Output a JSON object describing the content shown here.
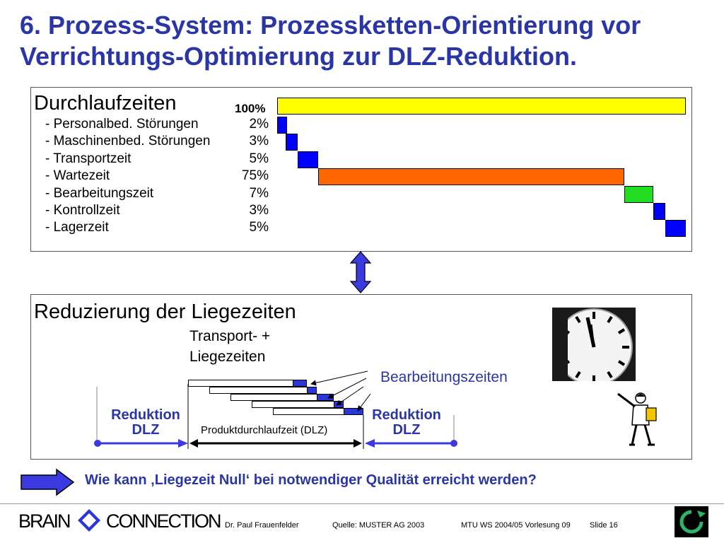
{
  "title": {
    "line1": "6. Prozess-System: Prozessketten-Orientierung vor",
    "line2": "Verrichtungs-Optimierung zur DLZ-Reduktion."
  },
  "section1": {
    "heading": "Durchlaufzeiten",
    "total_label": "100%",
    "items": [
      {
        "label": "- Personalbed. Störungen",
        "pct": "2%",
        "value": 2,
        "color": "#0000ff"
      },
      {
        "label": "- Maschinenbed. Störungen",
        "pct": "3%",
        "value": 3,
        "color": "#0000ff"
      },
      {
        "label": "- Transportzeit",
        "pct": "5%",
        "value": 5,
        "color": "#0000ff"
      },
      {
        "label": "- Wartezeit",
        "pct": "75%",
        "value": 75,
        "color": "#ff6600"
      },
      {
        "label": "- Bearbeitungszeit",
        "pct": "7%",
        "value": 7,
        "color": "#22dd22"
      },
      {
        "label": "- Kontrollzeit",
        "pct": "3%",
        "value": 3,
        "color": "#0000ff"
      },
      {
        "label": "- Lagerzeit",
        "pct": "5%",
        "value": 5,
        "color": "#0000ff"
      }
    ],
    "total_color": "#ffff00"
  },
  "section2": {
    "heading": "Reduzierung der Liegezeiten",
    "transport_label_1": "Transport- +",
    "transport_label_2": "Liegezeiten",
    "bearbeitung_label": "Bearbeitungszeiten",
    "reduktion_left_1": "Reduktion",
    "reduktion_left_2": "DLZ",
    "reduktion_right_1": "Reduktion",
    "reduktion_right_2": "DLZ",
    "dlz_label": "Produktdurchlaufzeit (DLZ)"
  },
  "question": "Wie kann ‚Liegezeit Null‘ bei notwendiger Qualität erreicht werden?",
  "footer": {
    "logo_left": "BRAIN",
    "logo_right": "CONNECTION",
    "author": "Dr. Paul Frauenfelder",
    "source": "Quelle: MUSTER AG 2003",
    "course": "MTU WS 2004/05 Vorlesung 09",
    "slide": "Slide 16"
  },
  "colors": {
    "title": "#2a36a8",
    "accent_blue": "#2a36d8"
  }
}
